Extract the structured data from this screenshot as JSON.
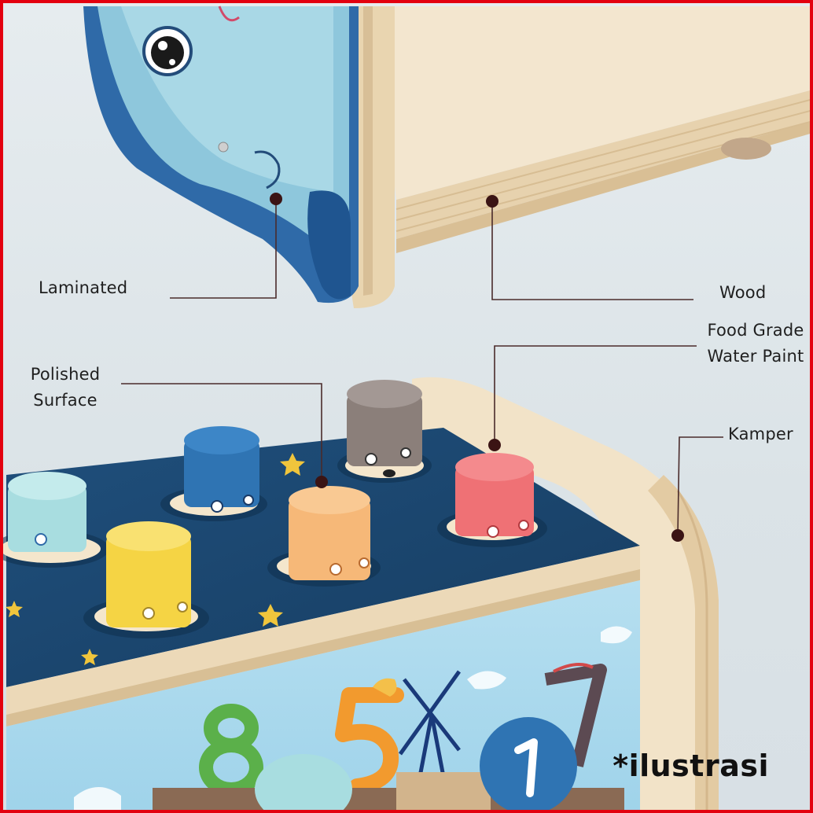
{
  "callouts": {
    "laminated": "Laminated",
    "wood": "Wood",
    "food_grade_line1": "Food Grade",
    "food_grade_line2": "Water Paint",
    "polished_line1": "Polished",
    "polished_line2": "Surface",
    "kamper": "Kamper"
  },
  "watermark": "*ilustrasi",
  "colors": {
    "frame_border": "#e3000f",
    "leader_line": "#4a2b2b",
    "leader_dot": "#3b1414"
  },
  "product": {
    "visible_numbers": [
      "8",
      "5",
      "7",
      "1"
    ],
    "peg_colors": [
      "#a8dde0",
      "#2f74b3",
      "#8b7f7a",
      "#f5d444",
      "#f6b878",
      "#ef7175"
    ]
  }
}
